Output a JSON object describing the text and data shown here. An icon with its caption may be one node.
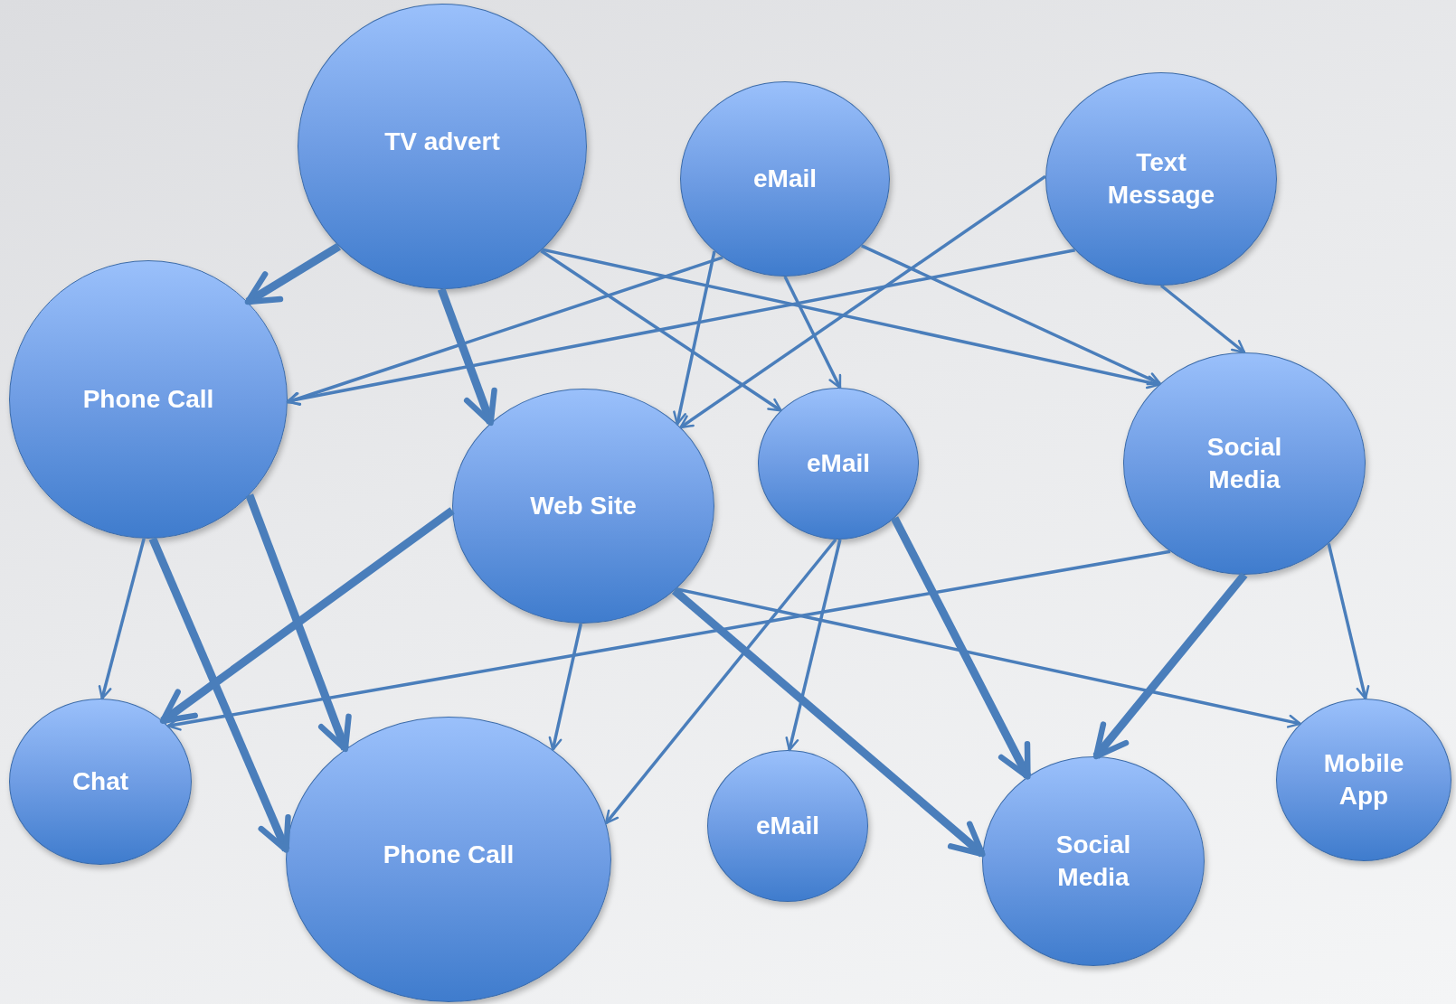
{
  "diagram": {
    "nodes": [
      {
        "text": [
          "TV advert"
        ]
      },
      {
        "text": [
          "eMail"
        ]
      },
      {
        "text": [
          "Text Message"
        ]
      },
      {
        "text": [
          "Phone Call"
        ]
      },
      {
        "text": [
          "Web Site"
        ]
      },
      {
        "text": [
          "eMail"
        ]
      },
      {
        "text": [
          "Social Media"
        ]
      },
      {
        "text": [
          "Chat"
        ]
      },
      {
        "text": [
          "Phone Call"
        ]
      },
      {
        "text": [
          "eMail"
        ]
      },
      {
        "text": [
          "Social Media"
        ]
      },
      {
        "text": [
          "Mobile App"
        ]
      }
    ],
    "edges": [
      {
        "from": 0,
        "to": 3,
        "arrow": "to",
        "style": "thick"
      },
      {
        "from": 0,
        "to": 4,
        "arrow": "to",
        "style": "thick"
      },
      {
        "from": 0,
        "to": 5,
        "arrow": "to"
      },
      {
        "from": 0,
        "to": 6,
        "arrow": "to"
      },
      {
        "from": 1,
        "to": 3,
        "arrow": "to"
      },
      {
        "from": 1,
        "to": 4,
        "arrow": "to"
      },
      {
        "from": 1,
        "to": 5,
        "arrow": "to"
      },
      {
        "from": 1,
        "to": 6,
        "arrow": "to"
      },
      {
        "from": 2,
        "to": 4,
        "arrow": "to"
      },
      {
        "from": 2,
        "to": 3,
        "arrow": "to"
      },
      {
        "from": 2,
        "to": 6,
        "arrow": "to"
      },
      {
        "from": 3,
        "to": 7,
        "arrow": "to"
      },
      {
        "from": 3,
        "to": 8,
        "arrow": "to",
        "style": "thick"
      },
      {
        "from": 3,
        "to": 8,
        "arrow": "to",
        "style": "thick"
      },
      {
        "from": 4,
        "to": 7,
        "arrow": "to",
        "style": "thick"
      },
      {
        "from": 4,
        "to": 8,
        "arrow": "to"
      },
      {
        "from": 4,
        "to": 10,
        "arrow": "to",
        "style": "thick"
      },
      {
        "from": 4,
        "to": 11,
        "arrow": "to"
      },
      {
        "from": 5,
        "to": 10,
        "arrow": "to",
        "style": "thick"
      },
      {
        "from": 5,
        "to": 9,
        "arrow": "to"
      },
      {
        "from": 5,
        "to": 8,
        "arrow": "to"
      },
      {
        "from": 6,
        "to": 7,
        "arrow": "to"
      },
      {
        "from": 6,
        "to": 10,
        "arrow": "to",
        "style": "thick"
      },
      {
        "from": 6,
        "to": 11,
        "arrow": "to"
      }
    ]
  }
}
